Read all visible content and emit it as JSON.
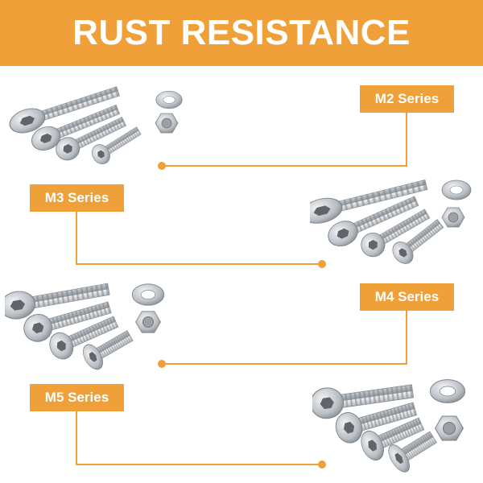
{
  "banner": {
    "title": "RUST RESISTANCE"
  },
  "series": [
    {
      "label": "M2 Series"
    },
    {
      "label": "M3 Series"
    },
    {
      "label": "M4 Series"
    },
    {
      "label": "M5 Series"
    }
  ],
  "colors": {
    "accent": "#f0a038",
    "steel": "#c9cdd1",
    "background": "#ffffff"
  },
  "icons": [
    "socket-head-screw-icon",
    "hex-nut-icon",
    "flat-washer-icon"
  ]
}
